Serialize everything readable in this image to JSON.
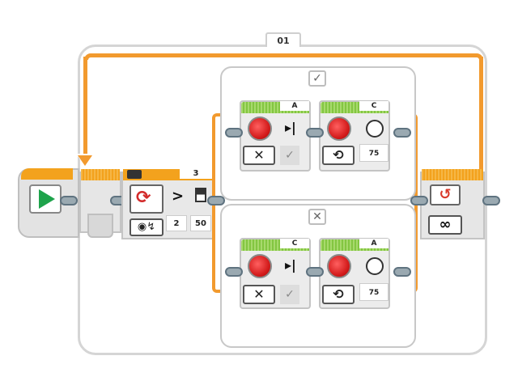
{
  "loop": {
    "name": "01",
    "mode_symbol": "∞"
  },
  "switch": {
    "port": "3",
    "compare_symbol": ">",
    "comparison_type": "2",
    "threshold": "50",
    "true_case_symbol": "✓",
    "false_case_symbol": "✕"
  },
  "cases": [
    {
      "case": "true",
      "blocks": [
        {
          "type": "motor-stop",
          "port": "A",
          "mode_symbol": "✕",
          "brake_symbol": "✓"
        },
        {
          "type": "motor-on",
          "port": "C",
          "power": "75"
        }
      ]
    },
    {
      "case": "false",
      "blocks": [
        {
          "type": "motor-stop",
          "port": "C",
          "mode_symbol": "✕",
          "brake_symbol": "✓"
        },
        {
          "type": "motor-on",
          "port": "A",
          "power": "75"
        }
      ]
    }
  ],
  "icons": {
    "start": "play-icon",
    "sensor": "rotation-sensor-icon",
    "motor": "large-motor-icon",
    "gauge": "power-gauge-icon",
    "loop_end": "loop-interrupt-icon"
  },
  "colors": {
    "flow_orange": "#f29a2e",
    "header_orange": "#f3a21d",
    "motor_green": "#83c641",
    "start_green": "#1ea34b"
  }
}
